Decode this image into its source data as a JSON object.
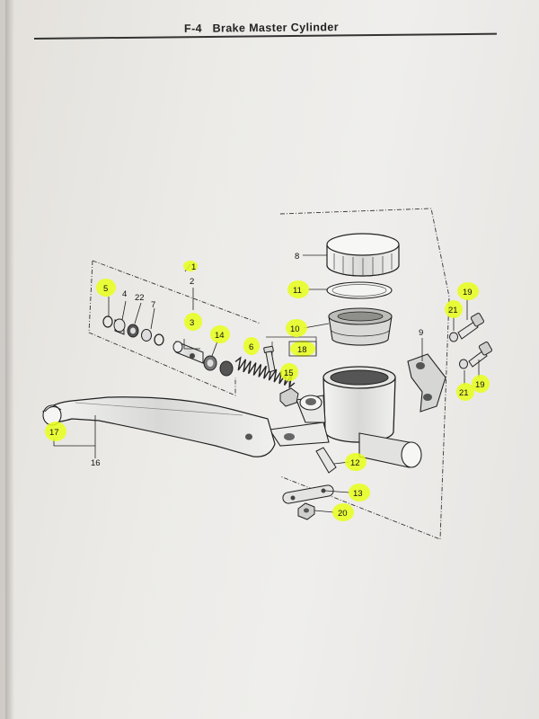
{
  "header": {
    "code": "F-4",
    "title": "Brake Master Cylinder"
  },
  "highlight_color": "#e8ff1a",
  "callouts": {
    "c1": "1",
    "c2": "2",
    "c3": "3",
    "c4": "4",
    "c5": "5",
    "c6": "6",
    "c7": "7",
    "c8": "8",
    "c9": "9",
    "c10": "10",
    "c11": "11",
    "c12": "12",
    "c13": "13",
    "c14": "14",
    "c15": "15",
    "c16": "16",
    "c17": "17",
    "c18": "18",
    "c19a": "19",
    "c19b": "19",
    "c20": "20",
    "c21a": "21",
    "c21b": "21",
    "c22": "22"
  }
}
